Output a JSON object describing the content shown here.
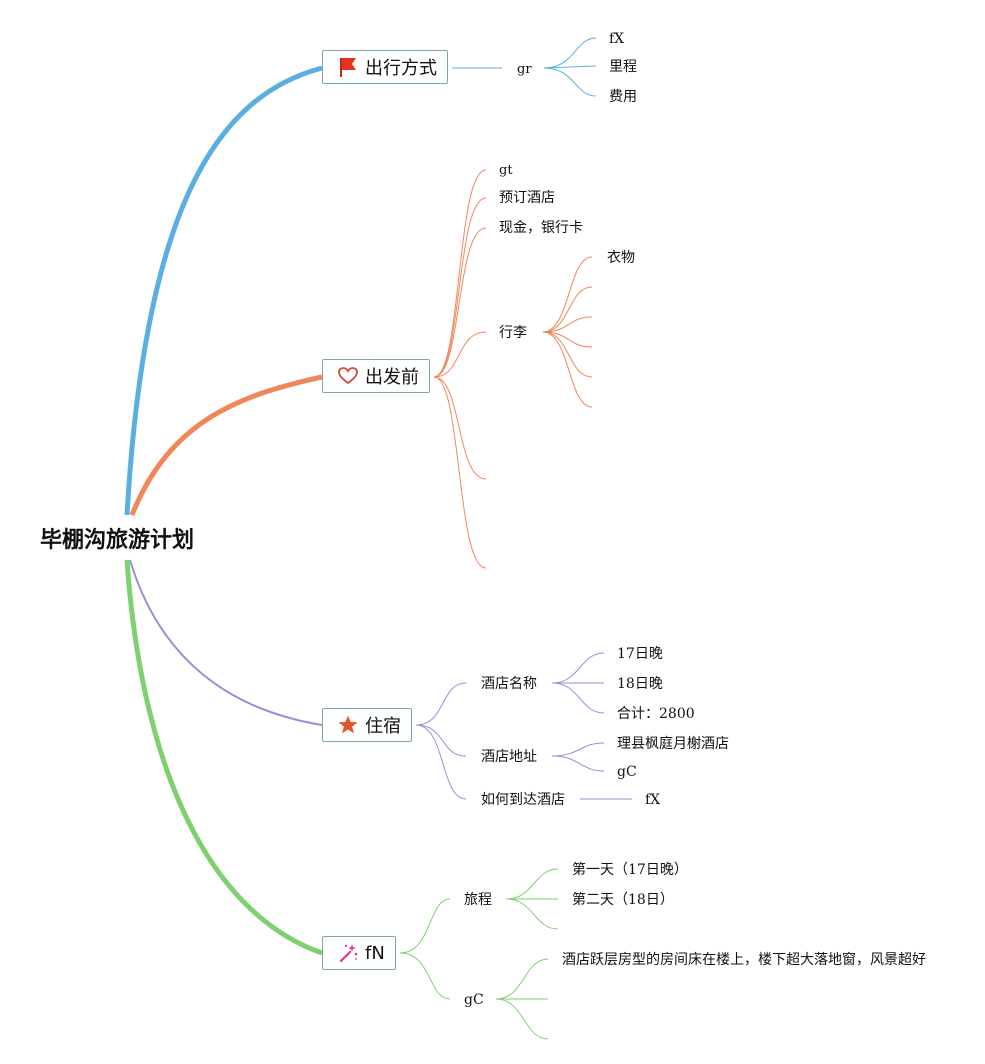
{
  "root": {
    "title": "毕棚沟旅游计划"
  },
  "colors": {
    "travel": "#5aafe0",
    "before": "#f0875a",
    "lodging": "#9f8bd8",
    "other": "#7fd06f"
  },
  "branches": [
    {
      "id": "travel",
      "label": "出行方式",
      "icon": "flag-icon",
      "children": [
        {
          "label": "gr",
          "children": [
            {
              "label": "fX"
            },
            {
              "label": "里程"
            },
            {
              "label": "费用"
            }
          ]
        }
      ]
    },
    {
      "id": "before",
      "label": "出发前",
      "icon": "heart-icon",
      "children": [
        {
          "label": "gt"
        },
        {
          "label": "预订酒店"
        },
        {
          "label": "现金，银行卡"
        },
        {
          "label": "行李",
          "children": [
            {
              "label": "衣物"
            },
            {
              "label": ""
            },
            {
              "label": ""
            },
            {
              "label": ""
            },
            {
              "label": ""
            },
            {
              "label": ""
            }
          ]
        },
        {
          "label": ""
        },
        {
          "label": ""
        }
      ]
    },
    {
      "id": "lodging",
      "label": "住宿",
      "icon": "star-icon",
      "children": [
        {
          "label": "酒店名称",
          "children": [
            {
              "label": "17日晚"
            },
            {
              "label": "18日晚"
            },
            {
              "label": "合计：2800"
            }
          ]
        },
        {
          "label": "酒店地址",
          "children": [
            {
              "label": "理县枫庭月榭酒店"
            },
            {
              "label": "gC"
            }
          ]
        },
        {
          "label": "如何到达酒店",
          "children": [
            {
              "label": "fX"
            }
          ]
        }
      ]
    },
    {
      "id": "other",
      "label": "fN",
      "icon": "magic-wand-icon",
      "children": [
        {
          "label": "旅程",
          "children": [
            {
              "label": "第一天（17日晚）"
            },
            {
              "label": "第二天（18日）"
            },
            {
              "label": ""
            }
          ]
        },
        {
          "label": "gC",
          "children": [
            {
              "label": "酒店跃层房型的房间床在楼上，楼下超大落地窗，风景超好"
            },
            {
              "label": ""
            },
            {
              "label": ""
            }
          ]
        }
      ]
    }
  ]
}
